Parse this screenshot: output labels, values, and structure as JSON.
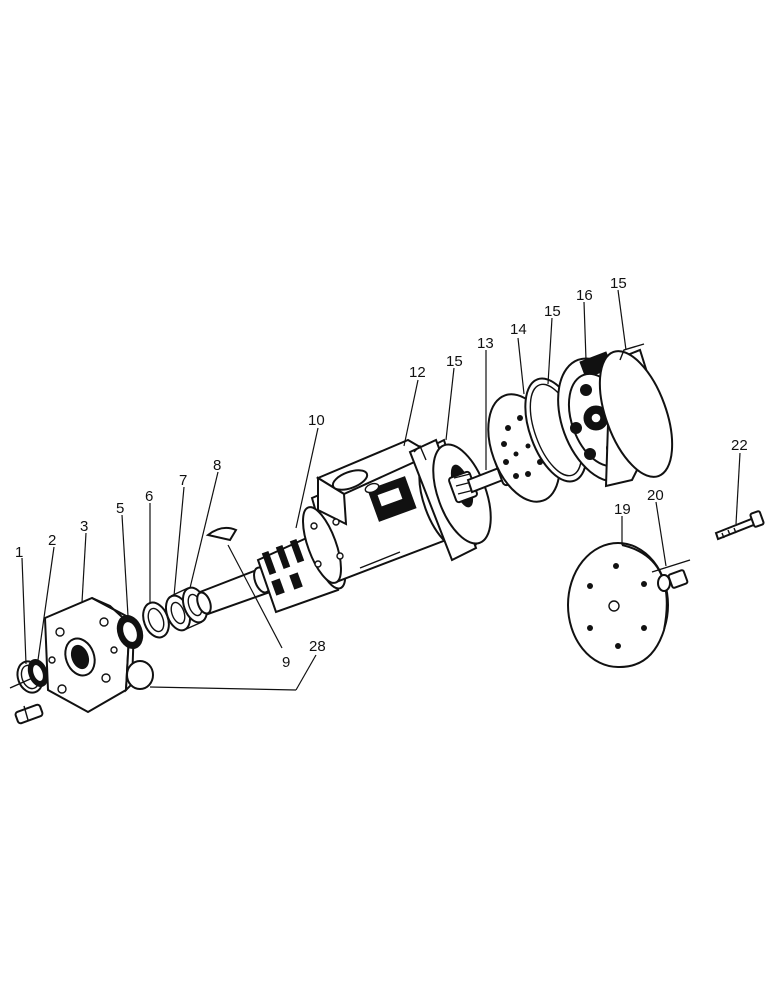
{
  "callouts": {
    "c1": "1",
    "c2": "2",
    "c3": "3",
    "c5": "5",
    "c6": "6",
    "c7": "7",
    "c8": "8",
    "c9": "9",
    "c10": "10",
    "c12": "12",
    "c13": "13",
    "c14": "14",
    "c15a": "15",
    "c15b": "15",
    "c15c": "15",
    "c16": "16",
    "c19": "19",
    "c20": "20",
    "c22": "22",
    "c28": "28"
  }
}
